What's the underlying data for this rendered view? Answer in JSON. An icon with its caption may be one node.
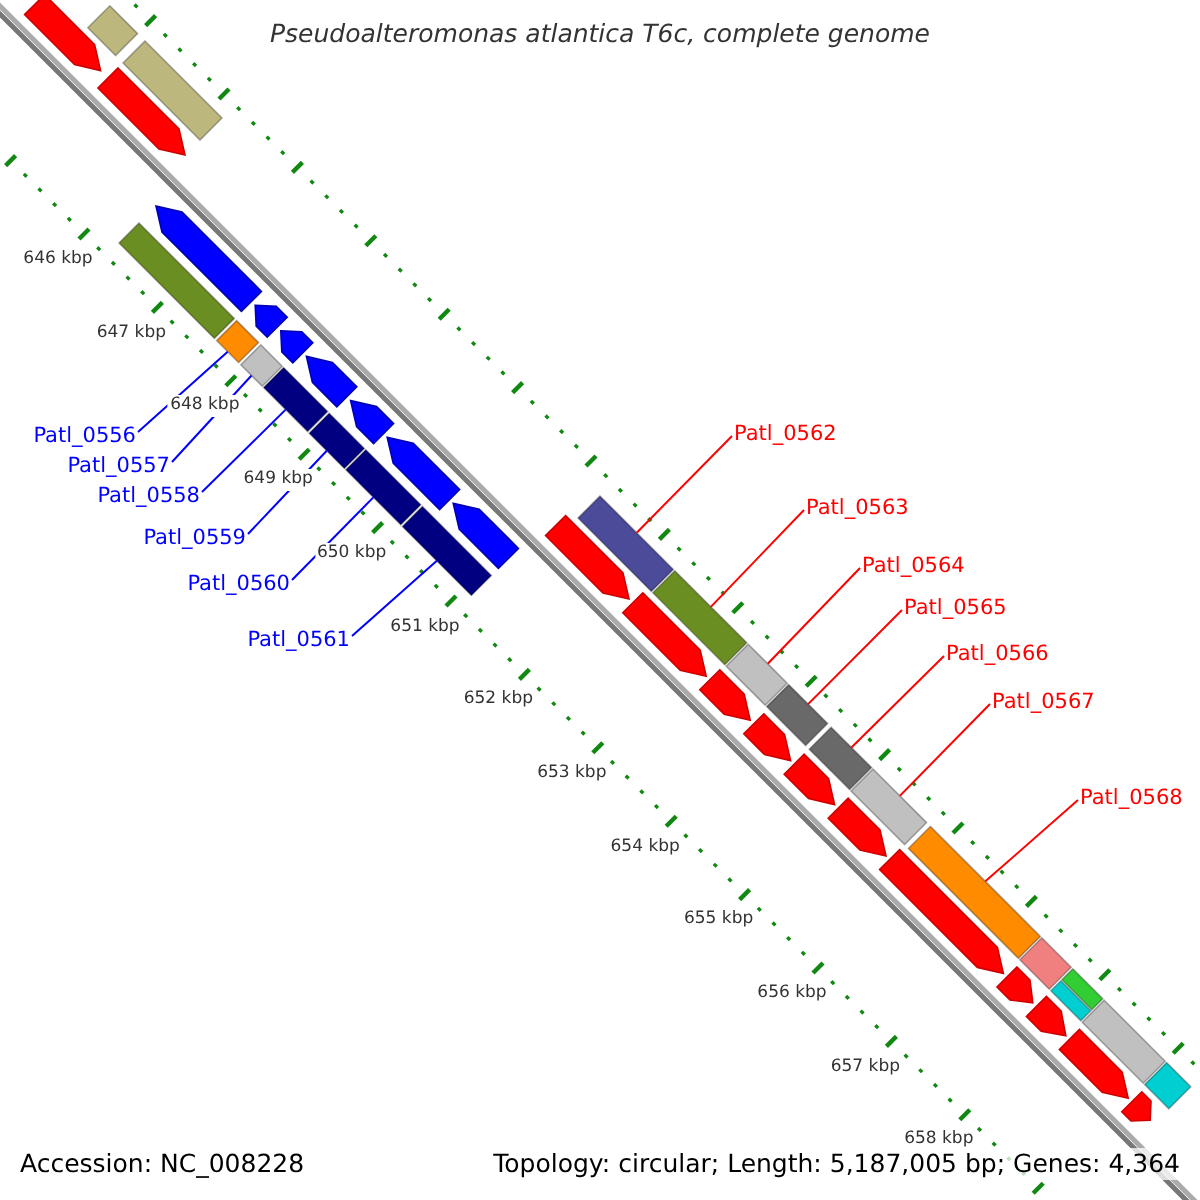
{
  "diagram": {
    "title": "Pseudoalteromonas atlantica T6c, complete genome",
    "nodes": [
      {
        "text": [],
        "shape": "bar"
      },
      {
        "text": [],
        "shape": "bar"
      },
      {
        "text": [],
        "shape": "bar"
      },
      {
        "text": [],
        "shape": "bar"
      },
      {
        "text": [],
        "shape": "bar"
      },
      {
        "text": [],
        "shape": "bar"
      },
      {
        "text": [],
        "shape": "bar"
      },
      {
        "text": [],
        "shape": "bar"
      },
      {
        "text": [],
        "shape": "bar"
      },
      {
        "text": [],
        "shape": "bar"
      },
      {
        "text": [],
        "shape": "bar"
      },
      {
        "text": [],
        "shape": "bar"
      },
      {
        "text": [],
        "shape": "bar"
      },
      {
        "text": [],
        "shape": "bar"
      },
      {
        "text": [],
        "shape": "bar"
      },
      {
        "text": [],
        "shape": "bar"
      },
      {
        "text": [],
        "shape": "bar"
      },
      {
        "text": [],
        "shape": "bar"
      },
      {
        "text": [],
        "shape": "bar"
      },
      {
        "text": [],
        "shape": "bar"
      },
      {
        "text": [],
        "shape": "bar"
      },
      {
        "text": [
          "Patl_0556"
        ]
      },
      {
        "text": [
          "Patl_0557"
        ]
      },
      {
        "text": [
          "Patl_0558"
        ]
      },
      {
        "text": [
          "Patl_0559"
        ]
      },
      {
        "text": [
          "Patl_0560"
        ]
      },
      {
        "text": [
          "Patl_0561"
        ]
      },
      {
        "text": [
          "Patl_0562"
        ]
      },
      {
        "text": [
          "Patl_0563"
        ]
      },
      {
        "text": [
          "Patl_0564"
        ]
      },
      {
        "text": [
          "Patl_0565"
        ]
      },
      {
        "text": [
          "Patl_0566"
        ]
      },
      {
        "text": [
          "Patl_0567"
        ]
      },
      {
        "text": [
          "Patl_0568"
        ]
      },
      {
        "text": [],
        "shape": "arrow"
      },
      {
        "text": [],
        "shape": "arrow"
      },
      {
        "text": [],
        "shape": "arrow"
      },
      {
        "text": [],
        "shape": "arrow"
      },
      {
        "text": [],
        "shape": "arrow"
      },
      {
        "text": [],
        "shape": "arrow"
      },
      {
        "text": [],
        "shape": "arrow"
      },
      {
        "text": [],
        "shape": "arrow"
      },
      {
        "text": [],
        "shape": "arrow"
      },
      {
        "text": [],
        "shape": "arrow"
      },
      {
        "text": [],
        "shape": "arrow"
      },
      {
        "text": [],
        "shape": "arrow"
      },
      {
        "text": [],
        "shape": "arrow"
      },
      {
        "text": [],
        "shape": "arrow"
      },
      {
        "text": [],
        "shape": "arrow"
      },
      {
        "text": [],
        "shape": "arrow"
      },
      {
        "text": [],
        "shape": "arrow"
      },
      {
        "text": [],
        "shape": "arrow"
      },
      {
        "text": [],
        "shape": "arrow"
      },
      {
        "text": [],
        "shape": "arrow"
      }
    ],
    "edges": [
      {
        "from": 21,
        "to": 3,
        "arrow": "none",
        "color": "#0000ff"
      },
      {
        "from": 22,
        "to": 4,
        "arrow": "none",
        "color": "#0000ff"
      },
      {
        "from": 23,
        "to": 5,
        "arrow": "none",
        "color": "#0000ff"
      },
      {
        "from": 24,
        "to": 6,
        "arrow": "none",
        "color": "#0000ff"
      },
      {
        "from": 25,
        "to": 7,
        "arrow": "none",
        "color": "#0000ff"
      },
      {
        "from": 26,
        "to": 8,
        "arrow": "none",
        "color": "#0000ff"
      },
      {
        "from": 27,
        "to": 9,
        "arrow": "none"
      },
      {
        "from": 28,
        "to": 10,
        "arrow": "none"
      },
      {
        "from": 29,
        "to": 11,
        "arrow": "none"
      },
      {
        "from": 30,
        "to": 12,
        "arrow": "none"
      },
      {
        "from": 31,
        "to": 13,
        "arrow": "none"
      },
      {
        "from": 32,
        "to": 14,
        "arrow": "none"
      },
      {
        "from": 33,
        "to": 15,
        "arrow": "none"
      }
    ],
    "labels": [
      "646 kbp",
      "647 kbp",
      "648 kbp",
      "649 kbp",
      "650 kbp",
      "651 kbp",
      "652 kbp",
      "653 kbp",
      "654 kbp",
      "655 kbp",
      "656 kbp",
      "657 kbp",
      "658 kbp",
      "Accession: NC_008228",
      "Topology: circular; Length: 5,187,005 bp; Genes: 4,364"
    ]
  }
}
